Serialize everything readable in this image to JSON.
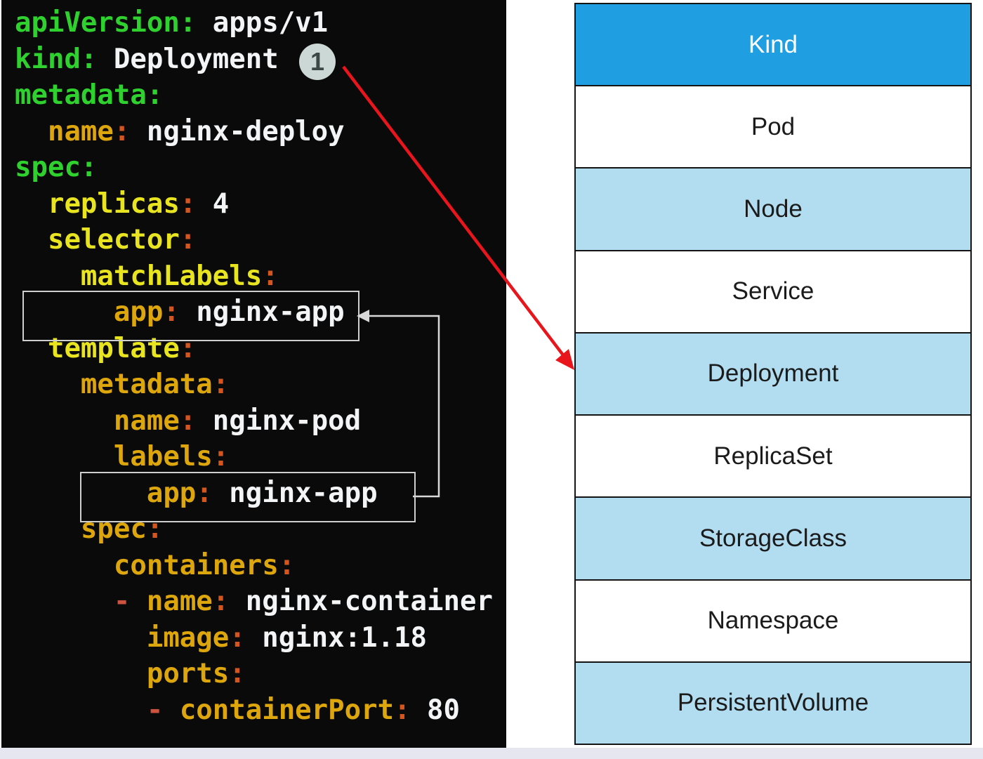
{
  "yaml_panel": {
    "description": "Kubernetes Deployment manifest",
    "lines": [
      [
        [
          "apiVersion",
          "k0"
        ],
        [
          ":",
          "p0"
        ],
        [
          " ",
          ""
        ],
        [
          "apps/v1",
          "v"
        ]
      ],
      [
        [
          "kind",
          "k0"
        ],
        [
          ":",
          "p0"
        ],
        [
          " ",
          ""
        ],
        [
          "Deployment",
          "v"
        ]
      ],
      [
        [
          "metadata",
          "k0"
        ],
        [
          ":",
          "p0"
        ]
      ],
      [
        [
          "  ",
          ""
        ],
        [
          "name",
          "k2"
        ],
        [
          ":",
          "p1"
        ],
        [
          " ",
          ""
        ],
        [
          "nginx-deploy",
          "v"
        ]
      ],
      [
        [
          "spec",
          "k0"
        ],
        [
          ":",
          "p0"
        ]
      ],
      [
        [
          "  ",
          ""
        ],
        [
          "replicas",
          "k1"
        ],
        [
          ":",
          "p1"
        ],
        [
          " ",
          ""
        ],
        [
          "4",
          "v"
        ]
      ],
      [
        [
          "  ",
          ""
        ],
        [
          "selector",
          "k1"
        ],
        [
          ":",
          "p1"
        ]
      ],
      [
        [
          "    ",
          ""
        ],
        [
          "matchLabels",
          "k1"
        ],
        [
          ":",
          "p1"
        ]
      ],
      [
        [
          "      ",
          ""
        ],
        [
          "app",
          "k2"
        ],
        [
          ":",
          "p1"
        ],
        [
          " ",
          ""
        ],
        [
          "nginx-app",
          "v"
        ]
      ],
      [
        [
          "  ",
          ""
        ],
        [
          "template",
          "k1"
        ],
        [
          ":",
          "p1"
        ]
      ],
      [
        [
          "    ",
          ""
        ],
        [
          "metadata",
          "k2"
        ],
        [
          ":",
          "p1"
        ]
      ],
      [
        [
          "      ",
          ""
        ],
        [
          "name",
          "k2"
        ],
        [
          ":",
          "p1"
        ],
        [
          " ",
          ""
        ],
        [
          "nginx-pod",
          "v"
        ]
      ],
      [
        [
          "      ",
          ""
        ],
        [
          "labels",
          "k2"
        ],
        [
          ":",
          "p1"
        ]
      ],
      [
        [
          "        ",
          ""
        ],
        [
          "app",
          "k2"
        ],
        [
          ":",
          "p1"
        ],
        [
          " ",
          ""
        ],
        [
          "nginx-app",
          "v"
        ]
      ],
      [
        [
          "    ",
          ""
        ],
        [
          "spec",
          "k2"
        ],
        [
          ":",
          "p1"
        ]
      ],
      [
        [
          "      ",
          ""
        ],
        [
          "containers",
          "k2"
        ],
        [
          ":",
          "p1"
        ]
      ],
      [
        [
          "      ",
          ""
        ],
        [
          "- ",
          "d"
        ],
        [
          "name",
          "k2"
        ],
        [
          ":",
          "p1"
        ],
        [
          " ",
          ""
        ],
        [
          "nginx-container",
          "v"
        ]
      ],
      [
        [
          "        ",
          ""
        ],
        [
          "image",
          "k2"
        ],
        [
          ":",
          "p1"
        ],
        [
          " ",
          ""
        ],
        [
          "nginx:1.18",
          "v"
        ]
      ],
      [
        [
          "        ",
          ""
        ],
        [
          "ports",
          "k2"
        ],
        [
          ":",
          "p1"
        ]
      ],
      [
        [
          "        ",
          ""
        ],
        [
          "- ",
          "d"
        ],
        [
          "containerPort",
          "k2"
        ],
        [
          ":",
          "p1"
        ],
        [
          " ",
          ""
        ],
        [
          "80",
          "v"
        ]
      ]
    ]
  },
  "annotation_badge": {
    "label": "1"
  },
  "kind_table": {
    "header": "Kind",
    "rows": [
      "Pod",
      "Node",
      "Service",
      "Deployment",
      "ReplicaSet",
      "StorageClass",
      "Namespace",
      "PersistentVolume"
    ]
  },
  "colors": {
    "code_background": "#0a0a0a",
    "key_green": "#2fd12f",
    "key_yellow": "#e8e41f",
    "key_gold": "#dda60d",
    "value_white": "#f2f4f6",
    "table_header_bg": "#1f9fe2",
    "table_alt_row_bg": "#b2ddf1",
    "arrow_red": "#e8151c",
    "connector_gray": "#d8d8d8"
  }
}
